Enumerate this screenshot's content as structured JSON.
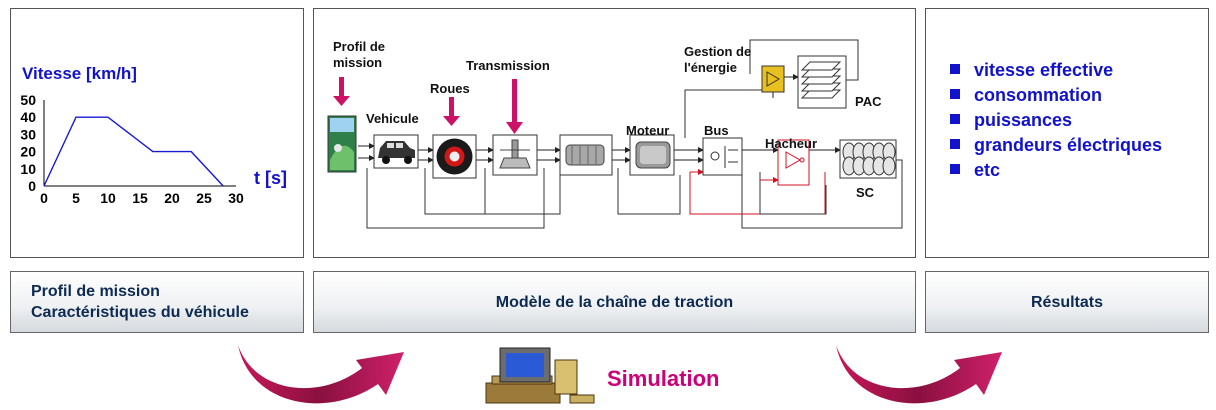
{
  "left_panel": {
    "speed_title": "Vitesse [km/h]",
    "time_label": "t [s]",
    "caption_line1": "Profil de mission",
    "caption_line2": "Caractéristiques du véhicule"
  },
  "middle_panel": {
    "labels": {
      "profil_line1": "Profil de",
      "profil_line2": "mission",
      "vehicule": "Vehicule",
      "roues": "Roues",
      "transmission": "Transmission",
      "moteur": "Moteur",
      "bus": "Bus",
      "gestion_line1": "Gestion de",
      "gestion_line2": "l'énergie",
      "pac": "PAC",
      "hacheur": "Hacheur",
      "sc": "SC"
    },
    "caption": "Modèle de la chaîne de traction"
  },
  "right_panel": {
    "results": [
      "vitesse effective",
      "consommation",
      "puissances",
      "grandeurs électriques",
      "etc"
    ],
    "caption": "Résultats"
  },
  "simulation_label": "Simulation",
  "colors": {
    "accent_blue": "#1212cc",
    "magenta": "#cc0077",
    "caption_text": "#0d2a52"
  },
  "chart_data": {
    "type": "line",
    "ylabel": "Vitesse [km/h]",
    "xlabel": "t [s]",
    "x": [
      0,
      5,
      10,
      17,
      23,
      28
    ],
    "y": [
      0,
      40,
      40,
      20,
      20,
      0
    ],
    "xticks": [
      "0",
      "5",
      "10",
      "15",
      "20",
      "25",
      "30"
    ],
    "yticks": [
      "0",
      "10",
      "20",
      "30",
      "40",
      "50"
    ],
    "xlim": [
      0,
      30
    ],
    "ylim": [
      0,
      50
    ]
  }
}
